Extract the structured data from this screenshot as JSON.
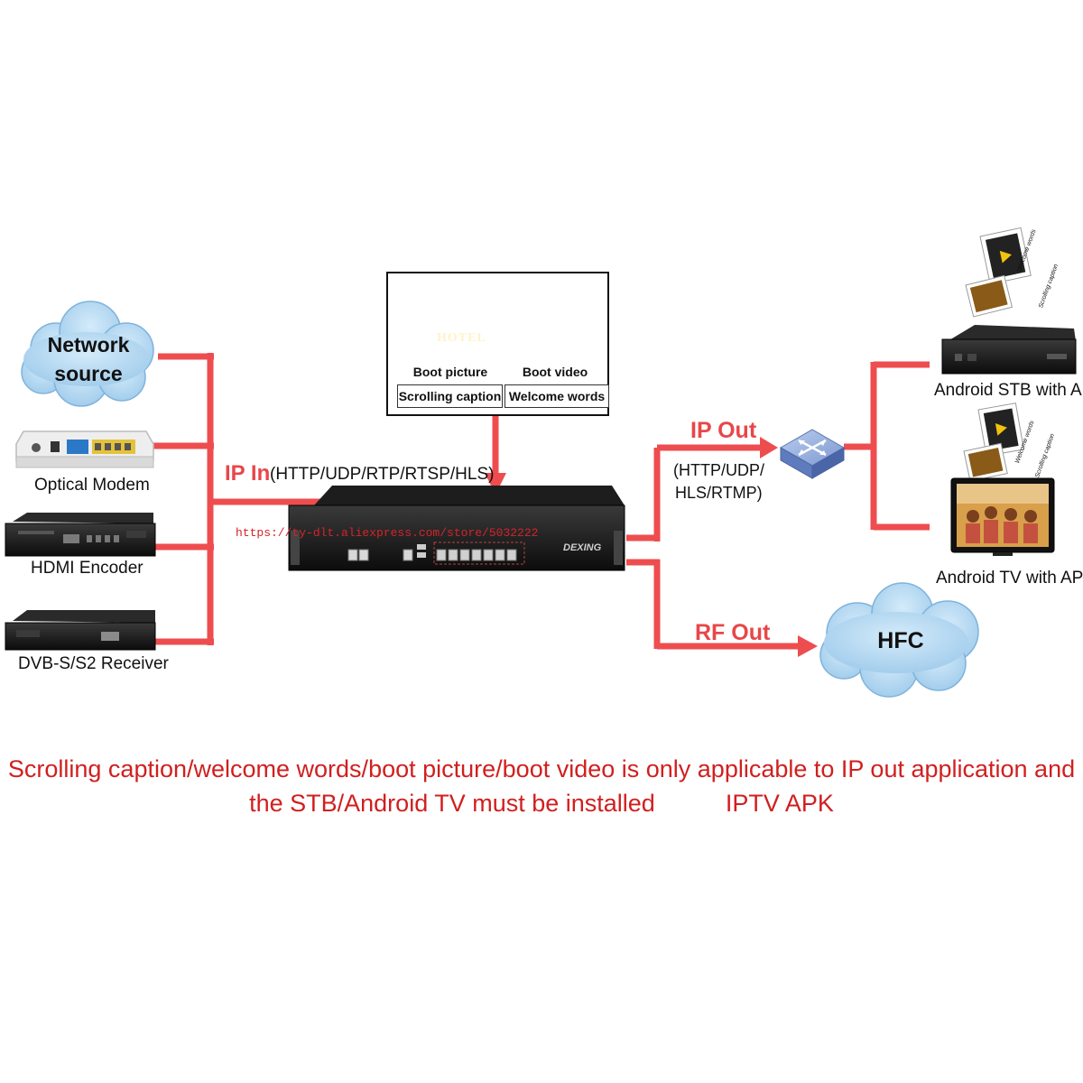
{
  "sources": {
    "network_source": "Network\nsource",
    "optical_modem": "Optical Modem",
    "hdmi_encoder": "HDMI Encoder",
    "dvb_receiver": "DVB-S/S2 Receiver"
  },
  "ip_in": {
    "label": "IP In",
    "protocols": "(HTTP/UDP/RTP/RTSP/HLS)"
  },
  "features": {
    "hotel_sign": "HOTEL",
    "boot_picture": "Boot picture",
    "boot_video": "Boot video",
    "scrolling_caption": "Scrolling caption",
    "welcome_words": "Welcome words"
  },
  "device": {
    "brand": "DEXING"
  },
  "watermark": "https://ty-dlt.aliexpress.com/store/5032222",
  "ip_out": {
    "label": "IP Out",
    "protocols_line1": "(HTTP/UDP/",
    "protocols_line2": "HLS/RTMP)"
  },
  "rf_out": {
    "label": "RF Out"
  },
  "hfc": "HFC",
  "clients": {
    "stb": "Android STB with APK",
    "tv": "Android TV with APK",
    "card_welcome": "Welcome words",
    "card_scrolling": "Scrolling caption"
  },
  "footer": {
    "line1": "Scrolling caption/welcome words/boot picture/boot video is only applicable to IP out application and",
    "line2_a": "the STB/Android TV must be installed",
    "line2_b": "IPTV APK"
  },
  "colors": {
    "line": "#ee4d4f",
    "label_red": "#e8474a",
    "footer_red": "#d11f1f",
    "cloud": "#a8d2ef"
  }
}
